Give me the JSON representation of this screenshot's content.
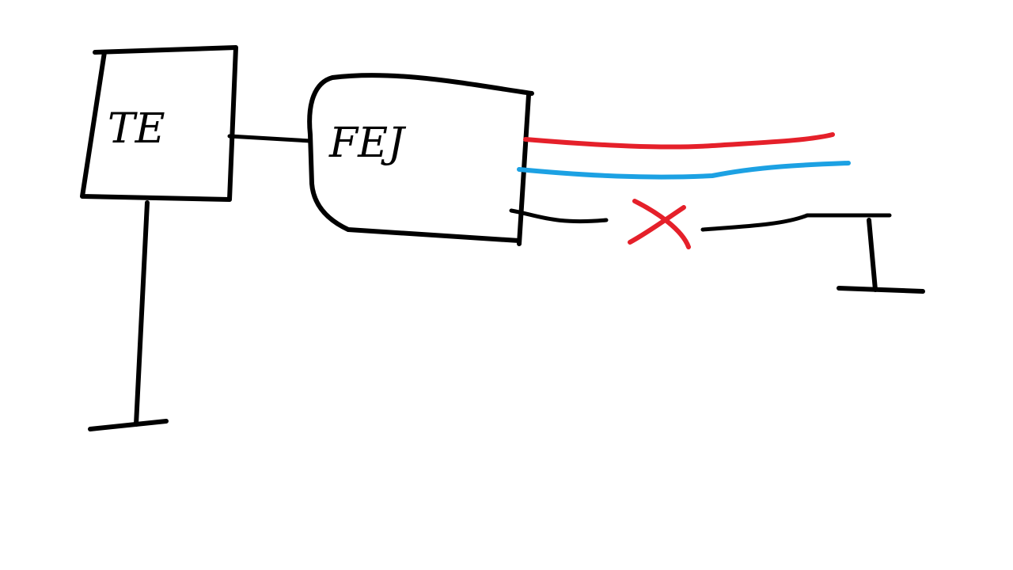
{
  "diagram": {
    "colors": {
      "ink": "#000000",
      "red": "#e5202a",
      "blue": "#1ca1e3",
      "background": "#ffffff"
    },
    "nodes": [
      {
        "id": "te",
        "label": "TE"
      },
      {
        "id": "fej",
        "label": "FEJ"
      }
    ],
    "links": [
      {
        "from": "te",
        "to": "fej",
        "color": "ink"
      },
      {
        "from": "fej",
        "to": "red-line",
        "color": "red"
      },
      {
        "from": "fej",
        "to": "blue-line",
        "color": "blue"
      },
      {
        "from": "fej",
        "to": "right-ground",
        "color": "ink",
        "broken": true
      }
    ],
    "break_mark": "X"
  }
}
